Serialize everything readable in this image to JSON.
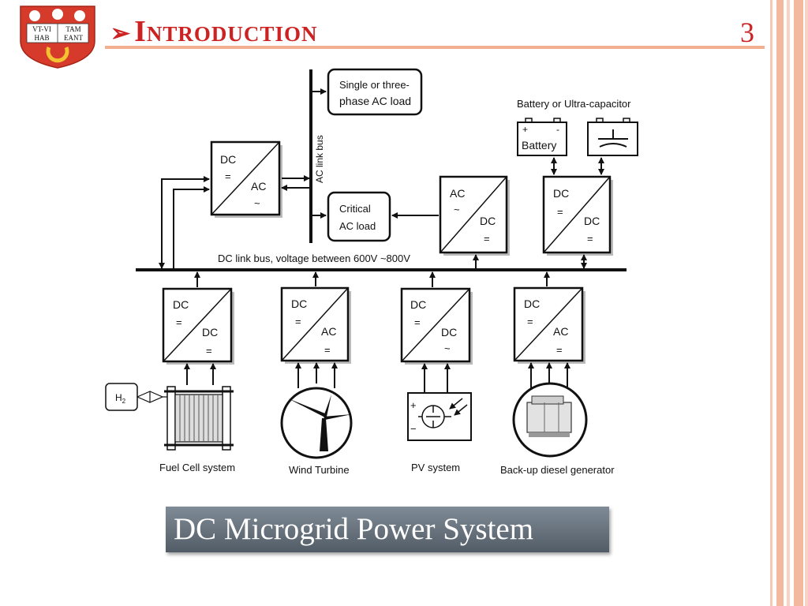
{
  "slide": {
    "title": "Introduction",
    "title_arrow": "➢",
    "page_number": "3",
    "caption": "DC Microgrid Power System",
    "accent_color": "#cc2222",
    "rule_color": "#f2b090"
  },
  "logo": {
    "motto_left": "VT-VI",
    "motto_right": "TAM",
    "motto_left2": "HAB",
    "motto_right2": "EANT"
  },
  "diagram": {
    "ac_bus_label": "AC link bus",
    "dc_bus_label": "DC link bus, voltage between 600V ~800V",
    "single_phase_load": [
      "Single or three-",
      "phase AC load"
    ],
    "critical_load": [
      "Critical",
      "AC load"
    ],
    "storage_title": "Battery or Ultra-capacitor",
    "battery_label": "Battery",
    "battery_plus": "+",
    "battery_minus": "-",
    "inverter": {
      "top": "DC",
      "top_sym": "=",
      "bottom": "AC",
      "bottom_sym": "~"
    },
    "critical_converter": {
      "top": "AC",
      "top_sym": "~",
      "bottom": "DC",
      "bottom_sym": "="
    },
    "storage_converter": {
      "top": "DC",
      "top_sym": "=",
      "bottom": "DC",
      "bottom_sym": "="
    },
    "fuel_cell_converter": {
      "top": "DC",
      "top_sym": "=",
      "bottom": "DC",
      "bottom_sym": "="
    },
    "wind_converter": {
      "top": "DC",
      "top_sym": "=",
      "bottom": "AC",
      "bottom_sym": "="
    },
    "pv_converter": {
      "top": "DC",
      "top_sym": "=",
      "bottom": "DC",
      "bottom_sym": "~"
    },
    "diesel_converter": {
      "top": "DC",
      "top_sym": "=",
      "bottom": "AC",
      "bottom_sym": "="
    },
    "h2_label": "H",
    "h2_sub": "2",
    "pv_plus": "+",
    "pv_minus": "−",
    "sources": {
      "fuel_cell": "Fuel Cell system",
      "wind": "Wind Turbine",
      "pv": "PV system",
      "diesel": "Back-up diesel generator"
    }
  }
}
